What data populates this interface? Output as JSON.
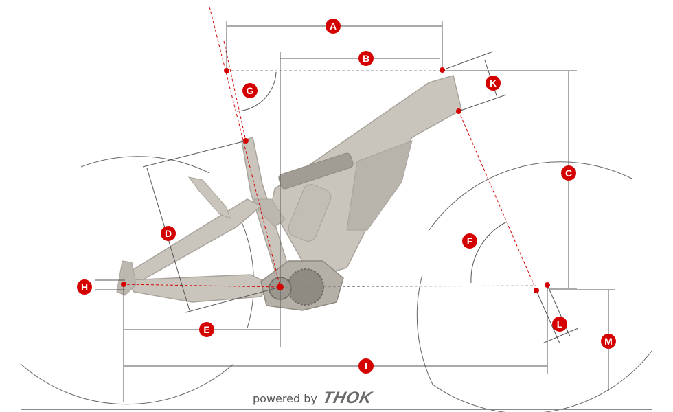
{
  "diagram": {
    "markers": [
      "A",
      "B",
      "C",
      "D",
      "E",
      "F",
      "G",
      "H",
      "I",
      "K",
      "L",
      "M"
    ],
    "colors": {
      "marker": "#d40000",
      "marker_text": "#ffffff",
      "dimension_line": "#555555",
      "construction_line": "#d40000",
      "frame": "#c9c5bd",
      "frame_shadow": "#a8a39a",
      "wheel_outline": "#666666",
      "ground": "#888888"
    }
  },
  "footer": {
    "text": "powered by",
    "brand": "THOK"
  }
}
